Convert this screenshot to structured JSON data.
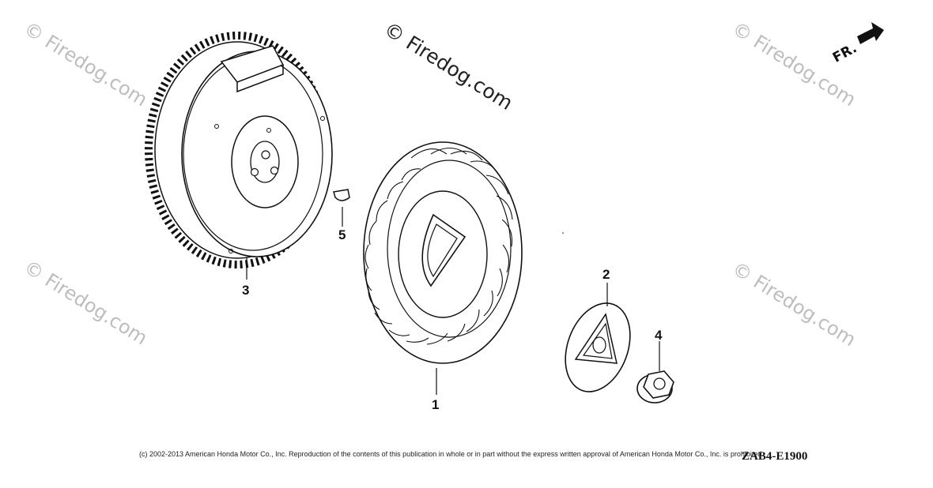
{
  "watermarks": [
    "© Firedog.com",
    "© Firedog.com",
    "© Firedog.com",
    "© Firedog.com",
    "© Firedog.com"
  ],
  "callouts": {
    "part1": "1",
    "part2": "2",
    "part3": "3",
    "part4": "4",
    "part5": "5"
  },
  "direction_label": "FR.",
  "copyright": "(c) 2002-2013 American Honda Motor Co., Inc. Reproduction of the contents of this publication in whole or in part without the express written approval of American Honda Motor Co., Inc. is prohibited.",
  "diagram_code": "ZAB4-E1900"
}
